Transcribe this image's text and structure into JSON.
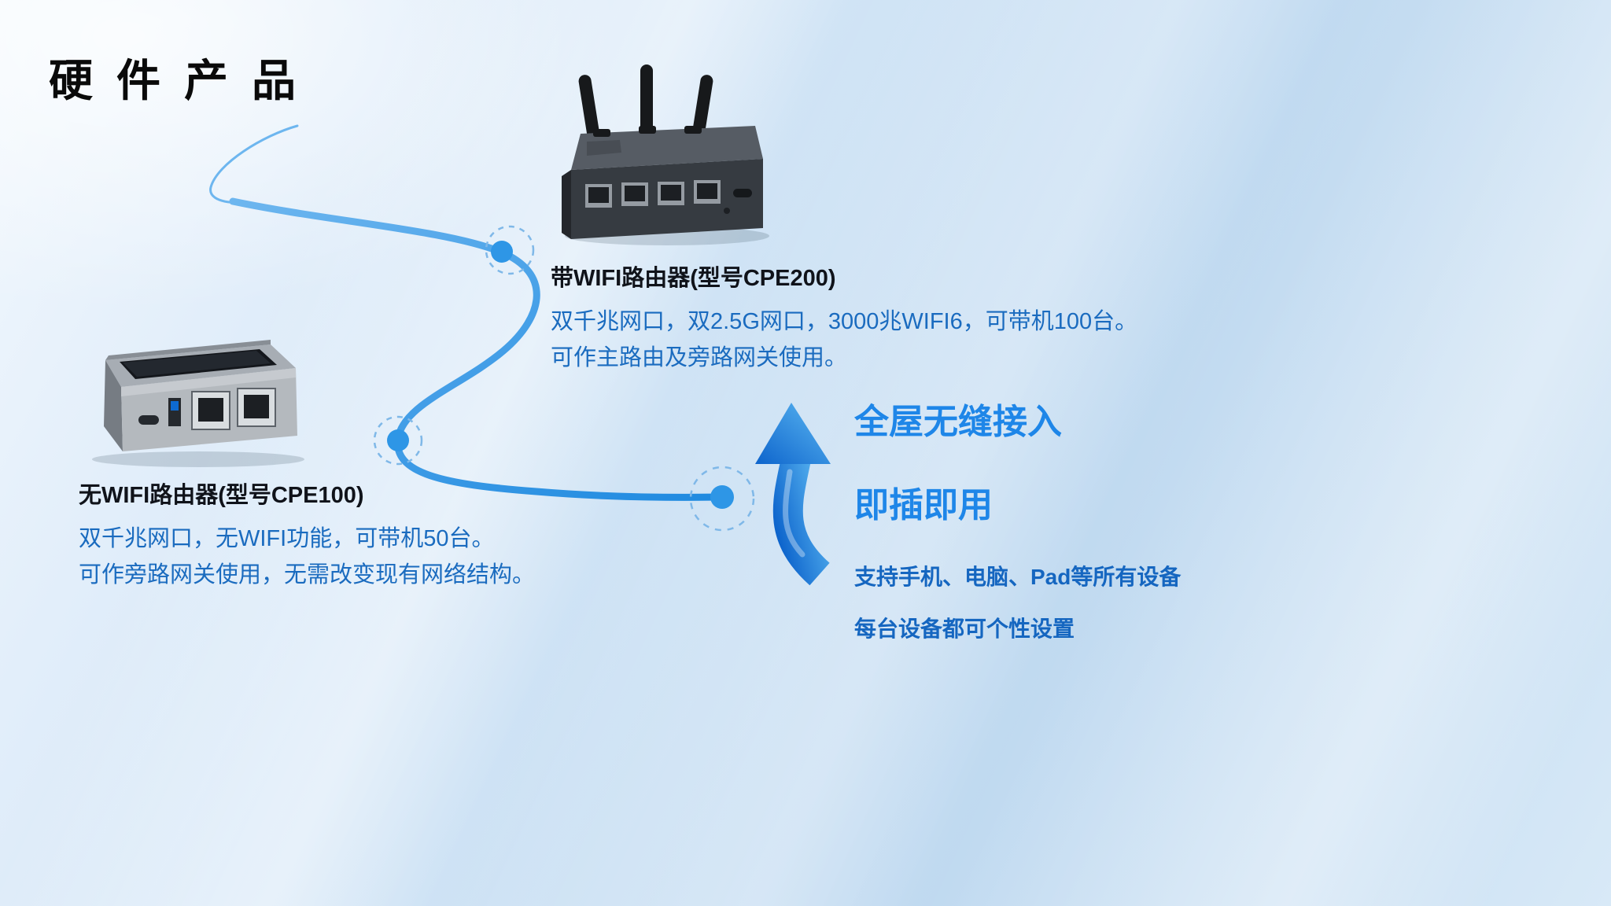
{
  "title": "硬件产品",
  "products": {
    "cpe200": {
      "name": "带WIFI路由器(型号CPE200)",
      "desc1": "双千兆网口，双2.5G网口，3000兆WIFI6，可带机100台。",
      "desc2": "可作主路由及旁路网关使用。"
    },
    "cpe100": {
      "name": "无WIFI路由器(型号CPE100)",
      "desc1": "双千兆网口，无WIFI功能，可带机50台。",
      "desc2": "可作旁路网关使用，无需改变现有网络结构。"
    }
  },
  "features": {
    "headline1": "全屋无缝接入",
    "headline2": "即插即用",
    "detail1": "支持手机、电脑、Pad等所有设备",
    "detail2": "每台设备都可个性设置"
  },
  "colors": {
    "accent_blue": "#2e96e6",
    "node_ring_blue": "#7fb8e8",
    "text_blue": "#1a6bbf",
    "headline_blue": "#1e86e8",
    "title_color": "#0a0a0a"
  }
}
